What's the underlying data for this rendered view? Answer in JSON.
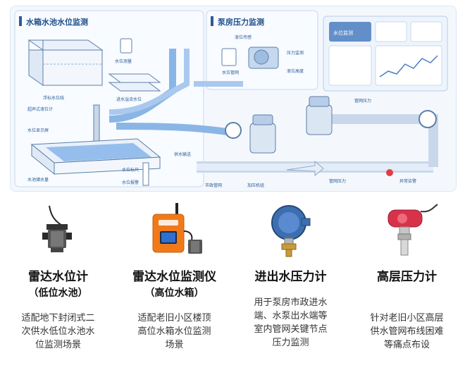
{
  "diagram": {
    "panel_left_title": "水箱水池水位监测",
    "panel_right_title": "泵房压力监测",
    "labels": {
      "water_level_meter": "水位测量",
      "float_level": "浮标水位线",
      "inflow_level": "进水溢流水位",
      "ultrasonic_gauge": "超声式液位计",
      "level_display": "水位显示屏",
      "water_storage": "水池储水量",
      "level_scale": "水位标尺",
      "level_alarm": "水位报警",
      "water_pipe": "水位管网",
      "pressure_monitor": "压力监测",
      "level_sensor": "液位传感",
      "tank_level": "液位高度",
      "pipe_pressure": "管网压力",
      "water_supply": "供水输送",
      "municipal_pipe": "市政管网",
      "pump_unit": "加压机组",
      "network_pressure": "管网压力",
      "abnormal_alarm": "异常告警",
      "dashboard_title": "水位监测"
    }
  },
  "products": [
    {
      "name": "雷达水位计",
      "sub": "（低位水池）",
      "desc": [
        "适配地下封闭式二",
        "次供水低位水池水",
        "位监测场景"
      ]
    },
    {
      "name": "雷达水位监测仪",
      "sub": "（高位水箱）",
      "desc": [
        "适配老旧小区楼顶",
        "高位水箱水位监测",
        "场景"
      ]
    },
    {
      "name": "进出水压力计",
      "sub": "",
      "desc": [
        "用于泵房市政进水",
        "端、水泵出水端等",
        "室内管网关键节点",
        "压力监测"
      ]
    },
    {
      "name": "高层压力计",
      "sub": "",
      "desc": [
        "针对老旧小区高层",
        "供水管网布线困难",
        "等痛点布设"
      ]
    }
  ],
  "colors": {
    "accent": "#2b5c9a",
    "radar_orange": "#f07a1a",
    "gauge_blue": "#3d6fb0",
    "sensor_red": "#d8324a"
  }
}
